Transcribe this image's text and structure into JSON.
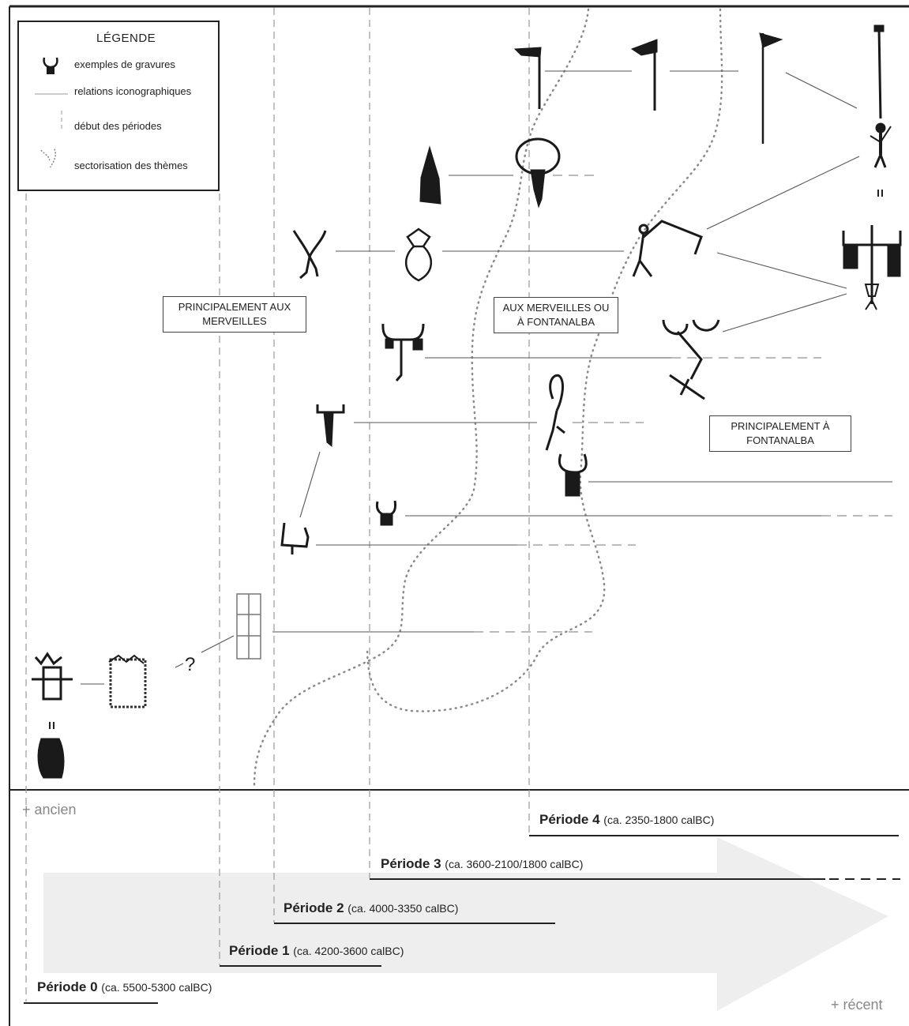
{
  "legend": {
    "title": "LÉGENDE",
    "items": [
      "exemples de gravures",
      "relations iconographiques",
      "début des périodes",
      "sectorisation des thèmes"
    ]
  },
  "zones": {
    "merveilles": "PRINCIPALEMENT AUX MERVEILLES",
    "both": "AUX MERVEILLES OU À FONTANALBA",
    "fontanalba": "PRINCIPALEMENT À FONTANALBA"
  },
  "uncertain_mark": "?",
  "equivalence_mark": "=",
  "axis": {
    "old": "+ ancien",
    "recent": "+ récent"
  },
  "periods": [
    {
      "name": "Période 0",
      "range": "(ca. 5500-5300 calBC)"
    },
    {
      "name": "Période 1",
      "range": "(ca. 4200-3600 calBC)"
    },
    {
      "name": "Période 2",
      "range": "(ca. 4000-3350 calBC)"
    },
    {
      "name": "Période 3",
      "range": "(ca. 3600-2100/1800 calBC)"
    },
    {
      "name": "Période 4",
      "range": "(ca. 2350-1800 calBC)"
    }
  ],
  "colors": {
    "ink": "#1a1a1a",
    "line": "#555555",
    "dashed": "#9a9a9a",
    "dots": "#8a8a8a",
    "arrow": "#eeeeee"
  },
  "icons": [
    "axe-icon",
    "dagger-icon",
    "halberd-icon",
    "horned-head-icon",
    "anthropomorph-icon",
    "plough-team-icon",
    "reticulate-icon"
  ]
}
